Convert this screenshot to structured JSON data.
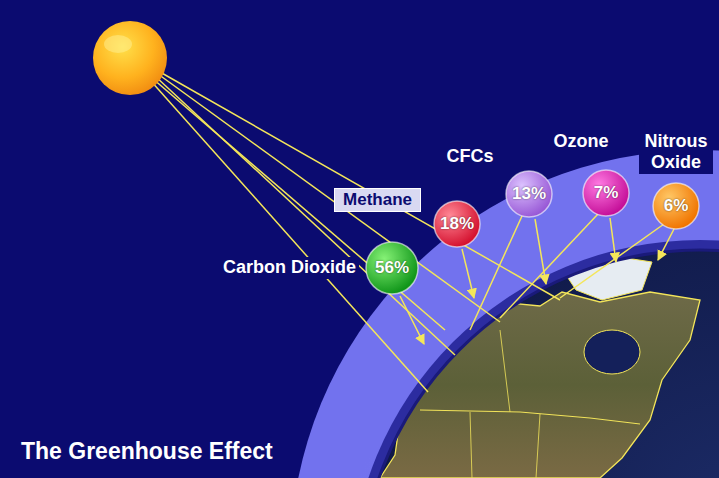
{
  "diagram": {
    "title": "The Greenhouse Effect",
    "nodes": [
      {
        "text": [
          "Carbon Dioxide",
          "56%"
        ]
      },
      {
        "text": [
          "Methane",
          "18%"
        ]
      },
      {
        "text": [
          "CFCs",
          "13%"
        ]
      },
      {
        "text": [
          "Ozone",
          "7%"
        ]
      },
      {
        "text": [
          "Nitrous Oxide",
          "6%"
        ]
      }
    ]
  }
}
